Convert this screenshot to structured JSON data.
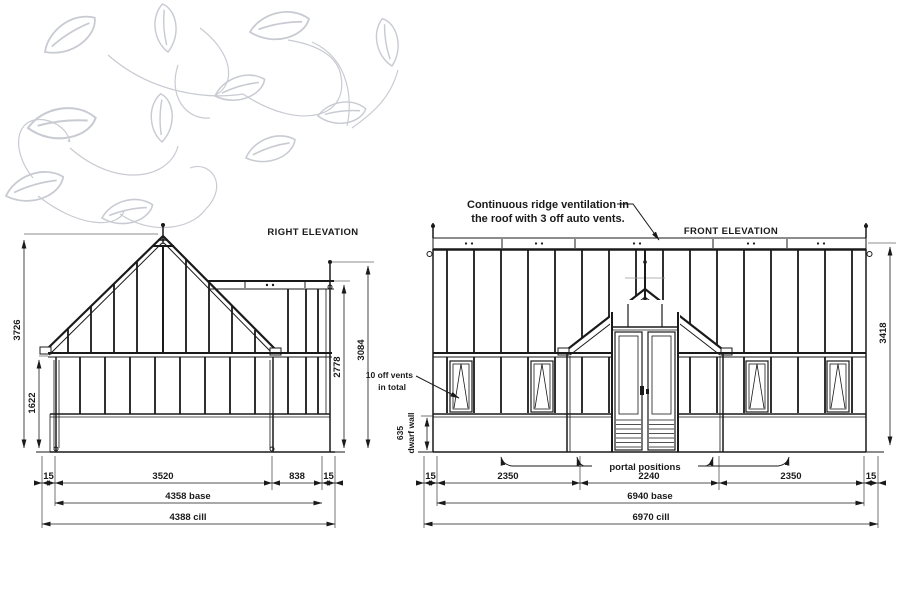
{
  "colors": {
    "line": "#1a1a1a",
    "leaf_pattern": "#c9cbd3",
    "background": "#ffffff"
  },
  "right_elevation": {
    "title": "RIGHT ELEVATION",
    "dim_height_overall": "3726",
    "dim_height_eaves": "1622",
    "dim_height_rear_eaves": "2778",
    "dim_height_rear_ridge": "3084",
    "dim_offset_left": "15",
    "dim_span_main": "3520",
    "dim_span_rear": "838",
    "dim_offset_right": "15",
    "dim_base": "4358 base",
    "dim_cill": "4388 cill"
  },
  "front_elevation": {
    "title": "FRONT ELEVATION",
    "ridge_note_line1": "Continuous ridge ventilation in",
    "ridge_note_line2": "the roof with 3 off auto vents.",
    "vents_note_line1": "10 off vents",
    "vents_note_line2": "in total",
    "dwarf_wall_dim": "635",
    "dwarf_wall_label": "dwarf wall",
    "portal_label": "portal positions",
    "dim_height_overall": "3418",
    "dim_offset_left": "15",
    "dim_span_left": "2350",
    "dim_span_centre": "2240",
    "dim_span_right": "2350",
    "dim_offset_right": "15",
    "dim_base": "6940 base",
    "dim_cill": "6970 cill"
  }
}
